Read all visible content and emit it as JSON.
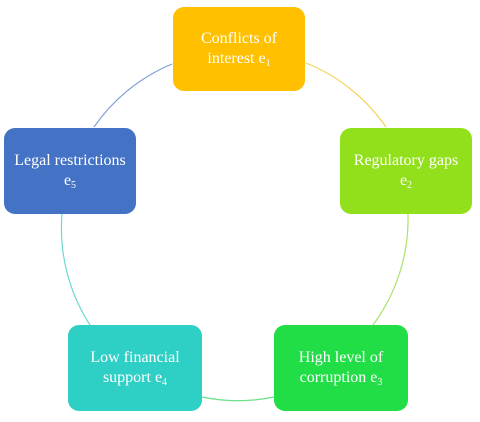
{
  "diagram": {
    "nodes": [
      {
        "label": "Conflicts of interest e",
        "sub": "1",
        "color": "#ffc000"
      },
      {
        "label": "Regulatory gaps e",
        "sub": "2",
        "color": "#92e01b"
      },
      {
        "label": "High level of corruption e",
        "sub": "3",
        "color": "#21dd46"
      },
      {
        "label": "Low financial support e",
        "sub": "4",
        "color": "#2ecfc4"
      },
      {
        "label": "Legal restrictions e",
        "sub": "5",
        "color": "#4472c4"
      }
    ],
    "ring_colors": [
      "#f5d25a",
      "#a9e36a",
      "#6fe08a",
      "#6fd8d2",
      "#7d9fd6"
    ]
  }
}
